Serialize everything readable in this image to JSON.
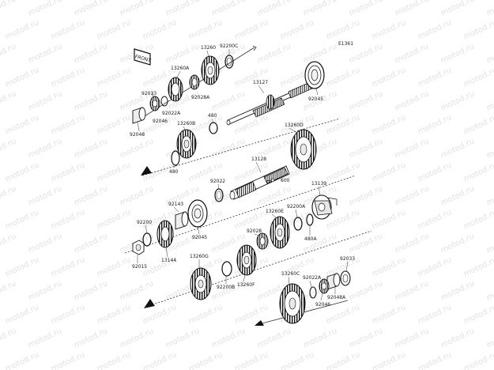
{
  "diagram_code": "E1361",
  "watermark": "motod.ru",
  "front_label": "FRONT",
  "part_numbers": [
    {
      "id": "p13260",
      "text": "13260"
    },
    {
      "id": "p92200c",
      "text": "92200C"
    },
    {
      "id": "p13260a",
      "text": "13260A"
    },
    {
      "id": "p13127",
      "text": "13127"
    },
    {
      "id": "p92033a",
      "text": "92033"
    },
    {
      "id": "p92022a_top",
      "text": "92022A"
    },
    {
      "id": "p92028a",
      "text": "92028A"
    },
    {
      "id": "p92046a",
      "text": "92046"
    },
    {
      "id": "p92045a",
      "text": "92045"
    },
    {
      "id": "p92048",
      "text": "92048"
    },
    {
      "id": "p480a",
      "text": "480"
    },
    {
      "id": "p13260b",
      "text": "13260B"
    },
    {
      "id": "p13260d",
      "text": "13260D"
    },
    {
      "id": "p480b",
      "text": "480"
    },
    {
      "id": "p13128",
      "text": "13128"
    },
    {
      "id": "p600",
      "text": "600"
    },
    {
      "id": "p92022",
      "text": "92022"
    },
    {
      "id": "p13139",
      "text": "13139"
    },
    {
      "id": "p92143",
      "text": "92143"
    },
    {
      "id": "p92200",
      "text": "92200"
    },
    {
      "id": "p13260e",
      "text": "13260E"
    },
    {
      "id": "p92200a",
      "text": "92200A"
    },
    {
      "id": "p92045b",
      "text": "92045"
    },
    {
      "id": "p92028",
      "text": "92028"
    },
    {
      "id": "p480a2",
      "text": "480A"
    },
    {
      "id": "p13144",
      "text": "13144"
    },
    {
      "id": "p92015",
      "text": "92015"
    },
    {
      "id": "p13260g",
      "text": "13260G"
    },
    {
      "id": "p92033b",
      "text": "92033"
    },
    {
      "id": "p92200b",
      "text": "92200B"
    },
    {
      "id": "p13260f",
      "text": "13260F"
    },
    {
      "id": "p13260c",
      "text": "13260C"
    },
    {
      "id": "p92022a_bot",
      "text": "92022A"
    },
    {
      "id": "p92048a",
      "text": "92048A"
    },
    {
      "id": "p92046b",
      "text": "92046"
    }
  ]
}
